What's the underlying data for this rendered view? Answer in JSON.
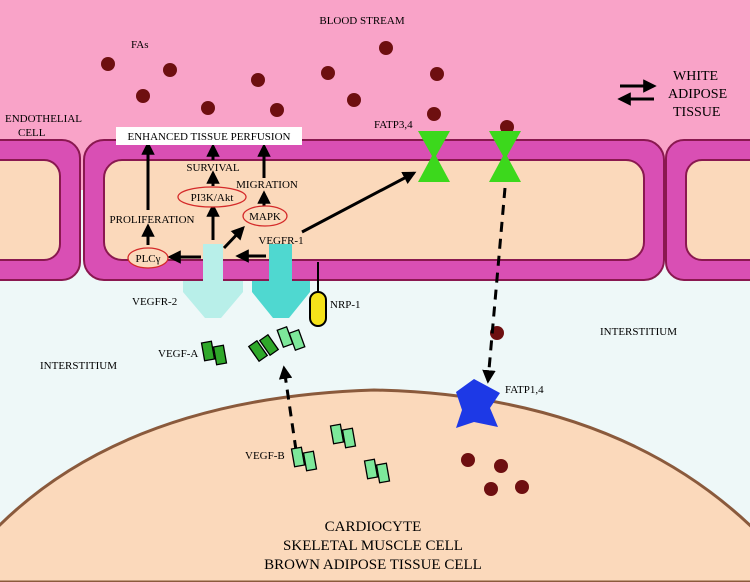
{
  "labels": {
    "blood_stream": "BLOOD STREAM",
    "fas": "FAs",
    "white_adipose_line1": "WHITE",
    "white_adipose_line2": "ADIPOSE",
    "white_adipose_line3": "TISSUE",
    "endothelial_line1": "ENDOTHELIAL",
    "endothelial_line2": "CELL",
    "enhanced_perfusion": "ENHANCED TISSUE PERFUSION",
    "survival": "SURVIVAL",
    "pi3k_akt": "PI3K/Akt",
    "migration": "MIGRATION",
    "mapk": "MAPK",
    "proliferation": "PROLIFERATION",
    "plc_gamma": "PLCγ",
    "vegfr1": "VEGFR-1",
    "vegfr2": "VEGFR-2",
    "nrp1": "NRP-1",
    "fatp34": "FATP3,4",
    "fatp14": "FATP1,4",
    "interstitium_left": "INTERSTITIUM",
    "interstitium_right": "INTERSTITIUM",
    "vegf_a": "VEGF-A",
    "vegf_b": "VEGF-B",
    "cardiocyte": "CARDIOCYTE",
    "skeletal": "SKELETAL MUSCLE CELL",
    "brown_adipose": "BROWN ADIPOSE TISSUE CELL"
  },
  "colors": {
    "blood": "#f9a3c8",
    "interstitium": "#eef8f8",
    "endothelial_membrane": "#d94fb4",
    "membrane_stroke": "#8a1850",
    "cytoplasm": "#fbd9bb",
    "fatty_acid": "#6e0f10",
    "fatp_green": "#3cd81c",
    "fatp_blue": "#1d39e6",
    "vegfr1": "#4fd8d0",
    "vegfr2": "#b8efe9",
    "nrp1": "#f5e21a",
    "vegf_a": "#2fa82a",
    "vegf_b": "#7de89a",
    "ellipse_red": "#d42a2a"
  }
}
